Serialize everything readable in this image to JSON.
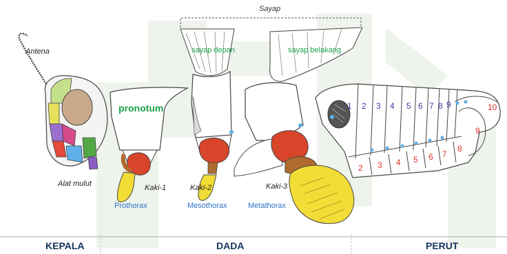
{
  "labels": {
    "sayap": "Sayap",
    "antena": "Antena",
    "alat_mulut": "Alat mulut",
    "pronotum": "pronotum",
    "sayap_depan": "sayap depan",
    "sayap_belakang": "sayap belakang",
    "kaki_1": "Kaki-1",
    "kaki_2": "Kaki-2",
    "kaki_3": "Kaki-3",
    "prothorax": "Prothorax",
    "mesothorax": "Mesothorax",
    "metathorax": "Metathorax"
  },
  "sections": {
    "kepala": "KEPALA",
    "dada": "DADA",
    "perut": "PERUT"
  },
  "tergites": [
    "1",
    "2",
    "3",
    "4",
    "5",
    "6",
    "7",
    "8",
    "9"
  ],
  "sternites": [
    "2",
    "3",
    "4",
    "5",
    "6",
    "7",
    "8"
  ],
  "tail_segments": [
    "10",
    "9"
  ],
  "colors": {
    "green_label": "#1aa34a",
    "blue_label": "#2a72c4",
    "purple_number": "#3b3fa0",
    "red_number": "#e0332a",
    "section_label": "#16325c",
    "coxa_red": "#d8452b",
    "leg_yellow": "#f2dc36",
    "joint_brown": "#b06a2e",
    "watermark": "#e9efe6"
  }
}
